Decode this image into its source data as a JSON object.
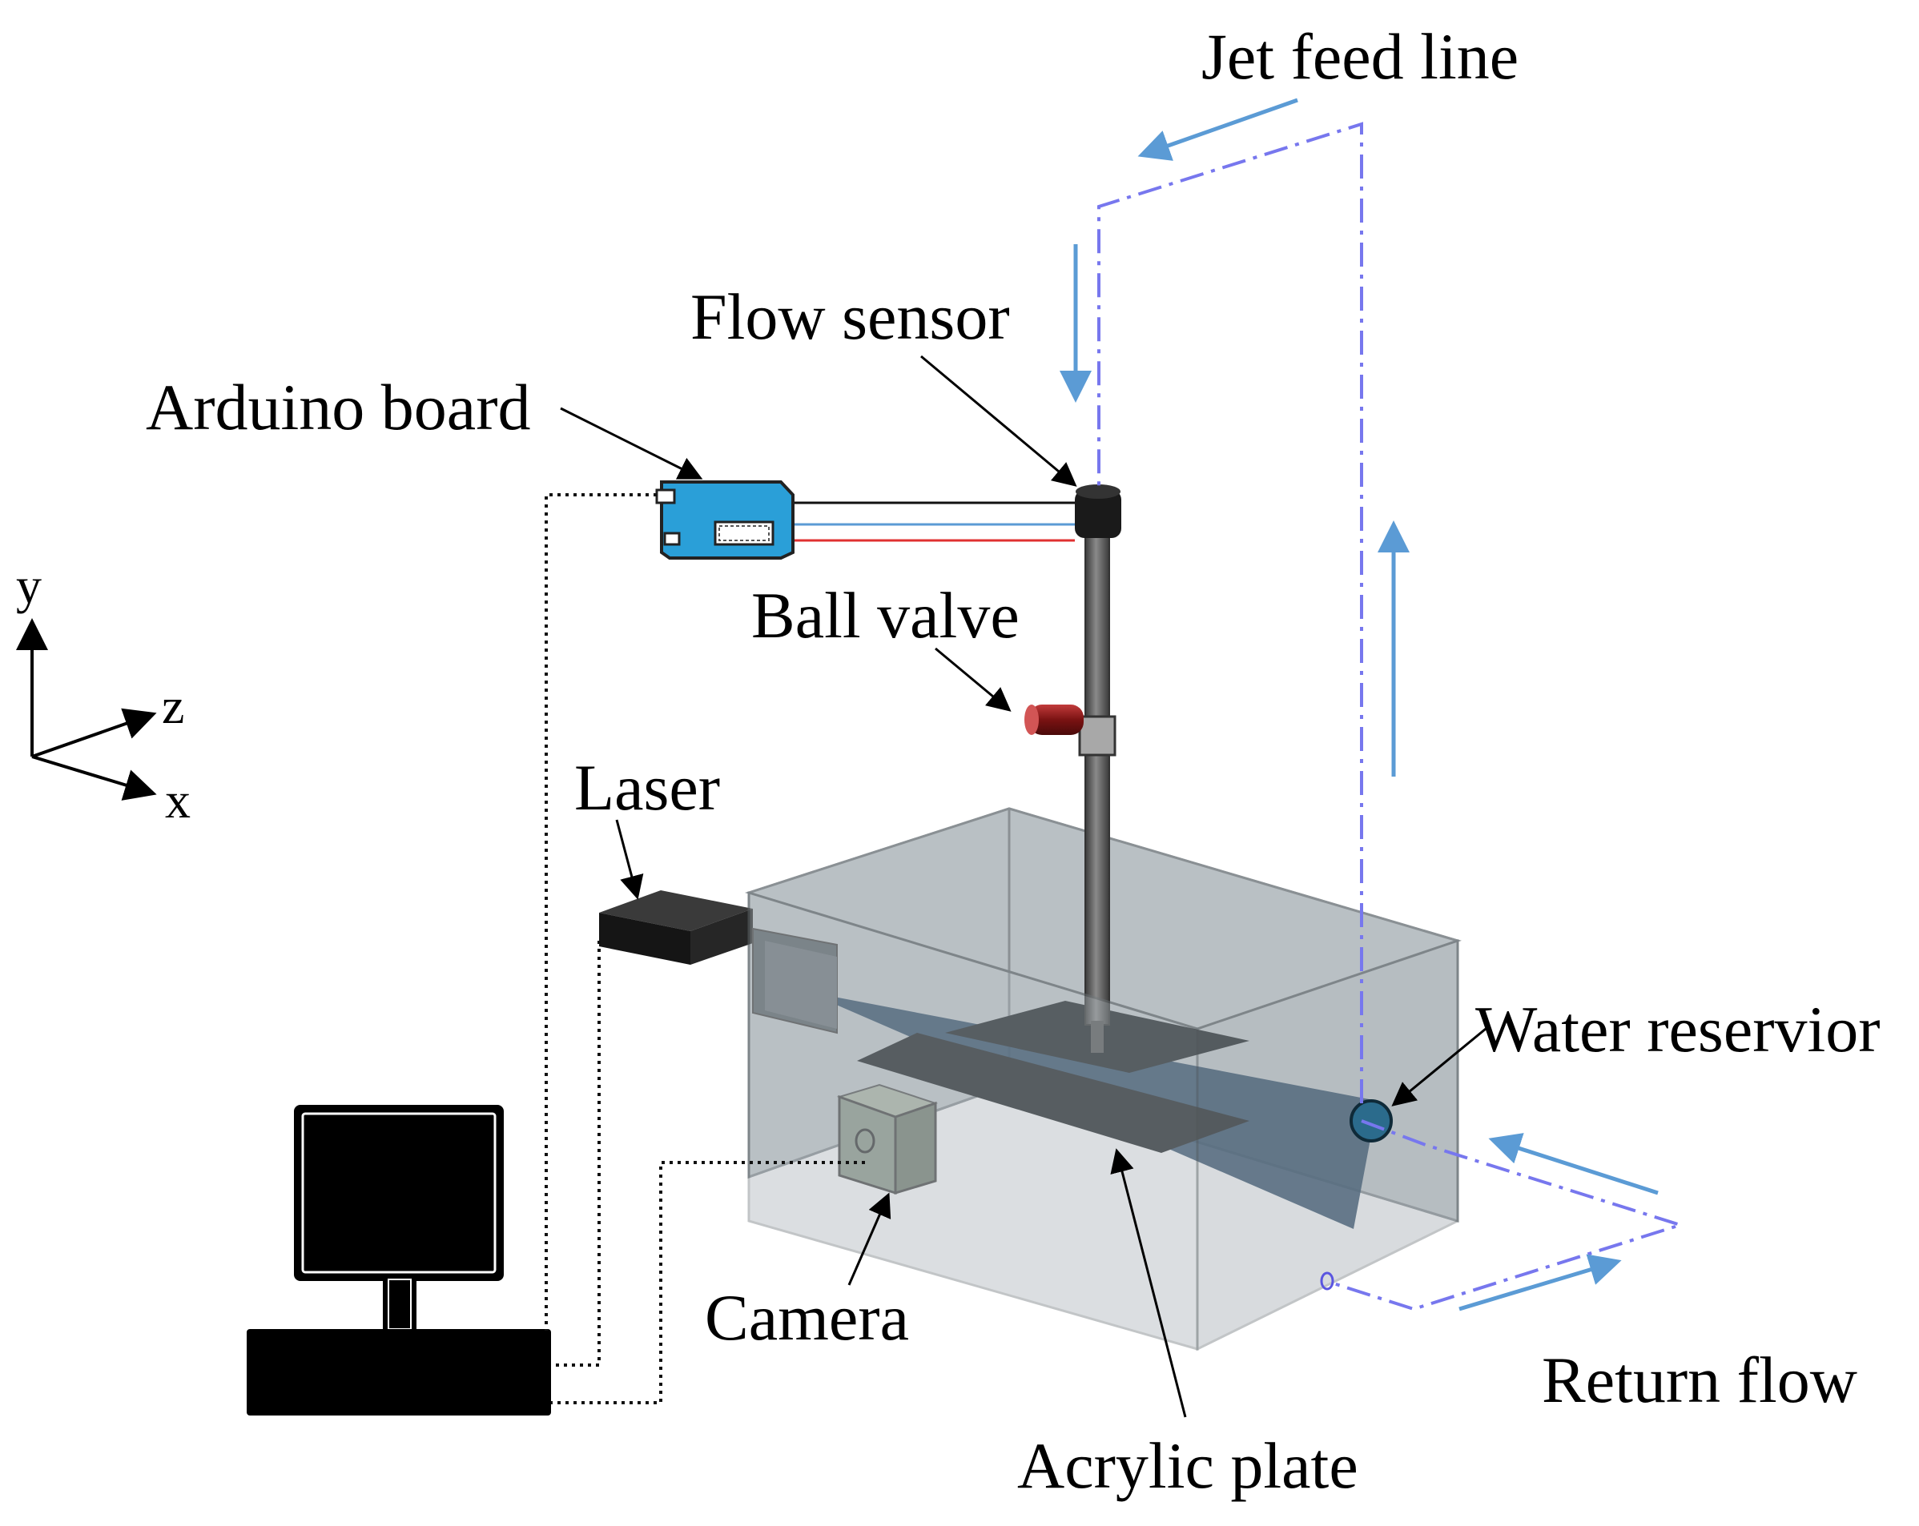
{
  "labels": {
    "jet_feed_line": "Jet feed line",
    "flow_sensor": "Flow sensor",
    "arduino_board": "Arduino board",
    "ball_valve": "Ball valve",
    "laser": "Laser",
    "water_reservoir": "Water reservior",
    "camera": "Camera",
    "return_flow": "Return flow",
    "acrylic_plate": "Acrylic plate"
  },
  "axes": {
    "y": "y",
    "z": "z",
    "x": "x"
  },
  "colors": {
    "flow_arrow": "#5b9bd5",
    "flow_line": "#7777ee",
    "tank_fill": "#b4bcc1",
    "laser_sheet": "#1f3d5c",
    "arduino": "#2a9fd8",
    "wire_red": "#e03030",
    "valve": "#8b1a1a"
  }
}
